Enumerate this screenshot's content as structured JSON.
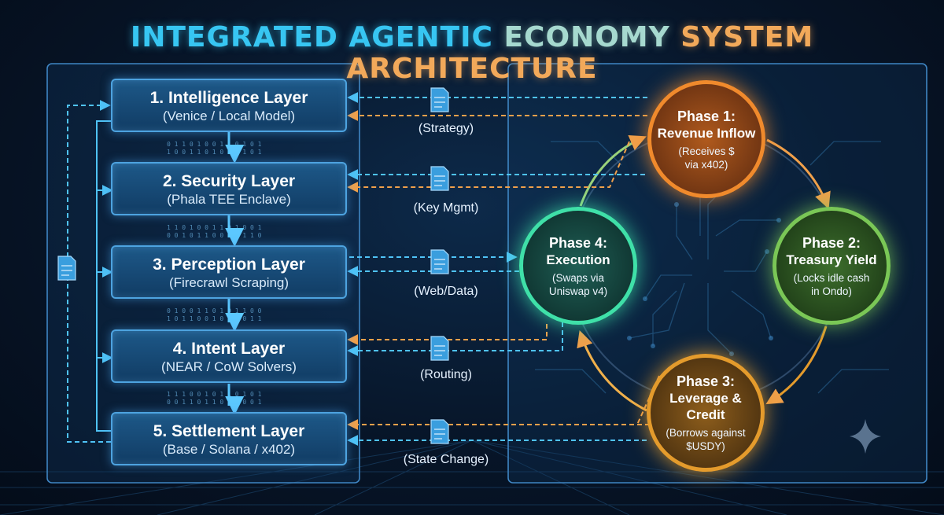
{
  "title": {
    "part1": "INTEGRATED AGENTIC",
    "part2": "ECONOMY",
    "part3": "SYSTEM ARCHITECTURE"
  },
  "layers": [
    {
      "name": "1. Intelligence Layer",
      "sub": "(Venice / Local Model)"
    },
    {
      "name": "2. Security Layer",
      "sub": "(Phala TEE Enclave)"
    },
    {
      "name": "3. Perception Layer",
      "sub": "(Firecrawl Scraping)"
    },
    {
      "name": "4. Intent Layer",
      "sub": "(NEAR / CoW Solvers)"
    },
    {
      "name": "5. Settlement Layer",
      "sub": "(Base / Solana / x402)"
    }
  ],
  "flows": [
    "(Strategy)",
    "(Key Mgmt)",
    "(Web/Data)",
    "(Routing)",
    "(State Change)"
  ],
  "phases": [
    {
      "title": "Phase 1:",
      "name": "Revenue Inflow",
      "desc1": "(Receives $",
      "desc2": "via x402)",
      "color": "#f08a2c"
    },
    {
      "title": "Phase 2:",
      "name": "Treasury Yield",
      "desc1": "(Locks idle cash",
      "desc2": "in Ondo)",
      "color": "#7ac756"
    },
    {
      "title": "Phase 3:",
      "name": "Leverage & Credit",
      "desc1": "(Borrows against",
      "desc2": "$USDY)",
      "color": "#e49b2c"
    },
    {
      "title": "Phase 4:",
      "name": "Execution",
      "desc1": "(Swaps via",
      "desc2": "Uniswap v4)",
      "color": "#3fe0a8"
    }
  ],
  "colors": {
    "blue_line": "#4fc3f7",
    "orange_line": "#f0a04b",
    "panel_border": "#3f86c4"
  },
  "icons": [
    "document-icon",
    "binary-stream",
    "sparkle-icon",
    "circuit-background"
  ]
}
